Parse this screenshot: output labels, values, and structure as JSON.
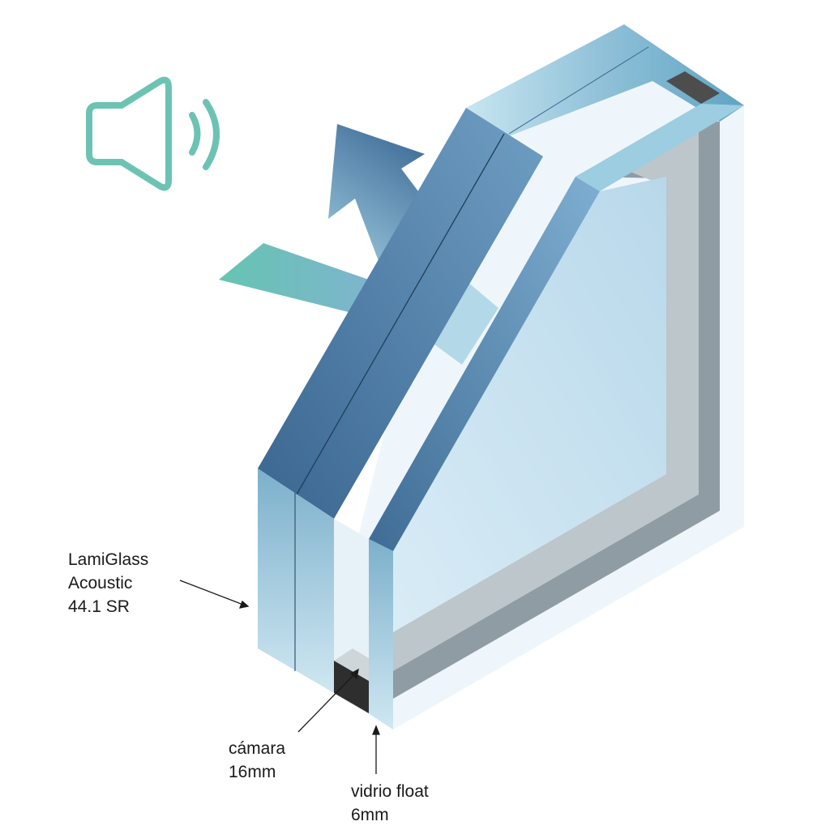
{
  "labels": {
    "lamiglass": {
      "lines": [
        "LamiGlass",
        "Acoustic",
        "44.1 SR"
      ]
    },
    "camara": {
      "lines": [
        "cámara",
        "16mm"
      ]
    },
    "float": {
      "lines": [
        "vidrio float",
        "6mm"
      ]
    }
  },
  "icons": {
    "sound": "speaker-icon",
    "reflected_arrow": "reflected-sound-arrow",
    "incoming_arrow": "incoming-sound-arrow"
  },
  "colors": {
    "accent_teal": "#6cc3b4",
    "laminated_glass_dark": "#3f6b93",
    "laminated_glass_light": "#7aa6c7",
    "glass_edge_light": "#c2e3ef",
    "float_glass_pane": "#d4e9f4",
    "frame_grey": "#8e9ba1",
    "spacer_dark": "#333333",
    "text": "#1a1a1a"
  }
}
